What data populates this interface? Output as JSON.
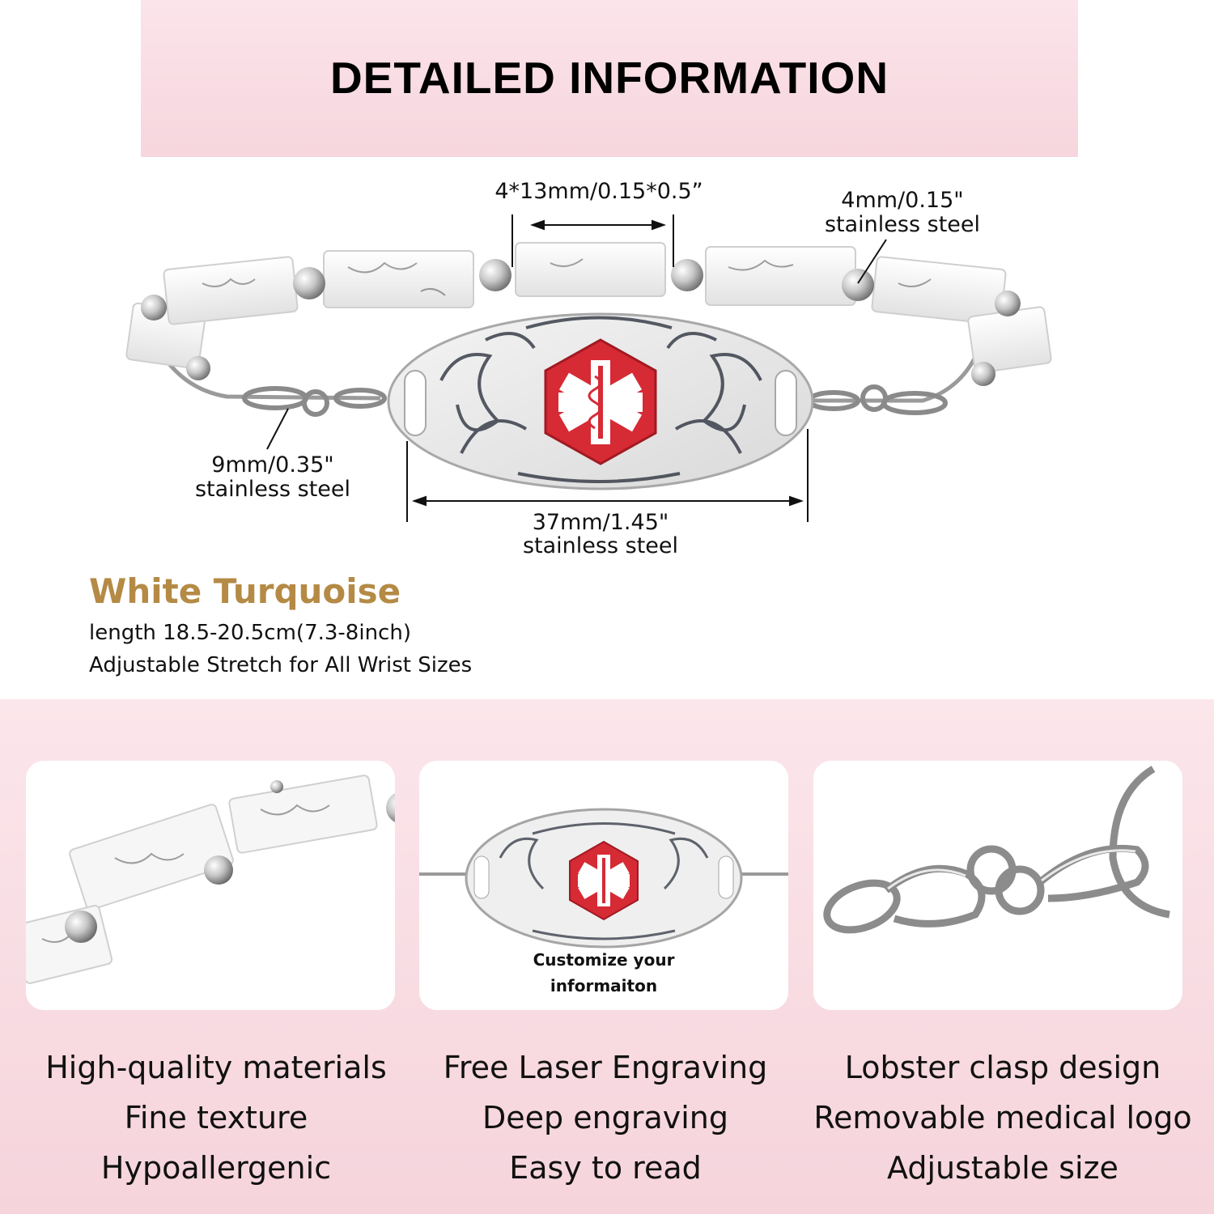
{
  "header": {
    "title": "DETAILED INFORMATION"
  },
  "dimensions": {
    "stone": "4*13mm/0.15*0.5”",
    "bead_size": "4mm/0.15\"",
    "bead_material": "stainless steel",
    "clasp_size": "9mm/0.35\"",
    "clasp_material": "stainless steel",
    "plate_size": "37mm/1.45\"",
    "plate_material": "stainless steel"
  },
  "product": {
    "name": "White Turquoise",
    "length": "length 18.5-20.5cm(7.3-8inch)",
    "adjustable": "Adjustable Stretch for All Wrist Sizes"
  },
  "cards": {
    "engraving_caption_line1": "Customize your",
    "engraving_caption_line2": "informaiton"
  },
  "features": [
    {
      "lines": [
        "High-quality materials",
        "Fine texture",
        "Hypoallergenic"
      ]
    },
    {
      "lines": [
        "Free Laser Engraving",
        "Deep engraving",
        "Easy to read"
      ]
    },
    {
      "lines": [
        "Lobster clasp design",
        "Removable medical logo",
        "Adjustable size"
      ]
    }
  ],
  "colors": {
    "accent_gold": "#b48a45",
    "band_pink": "#f7d6de",
    "medical_red": "#d62a35"
  }
}
